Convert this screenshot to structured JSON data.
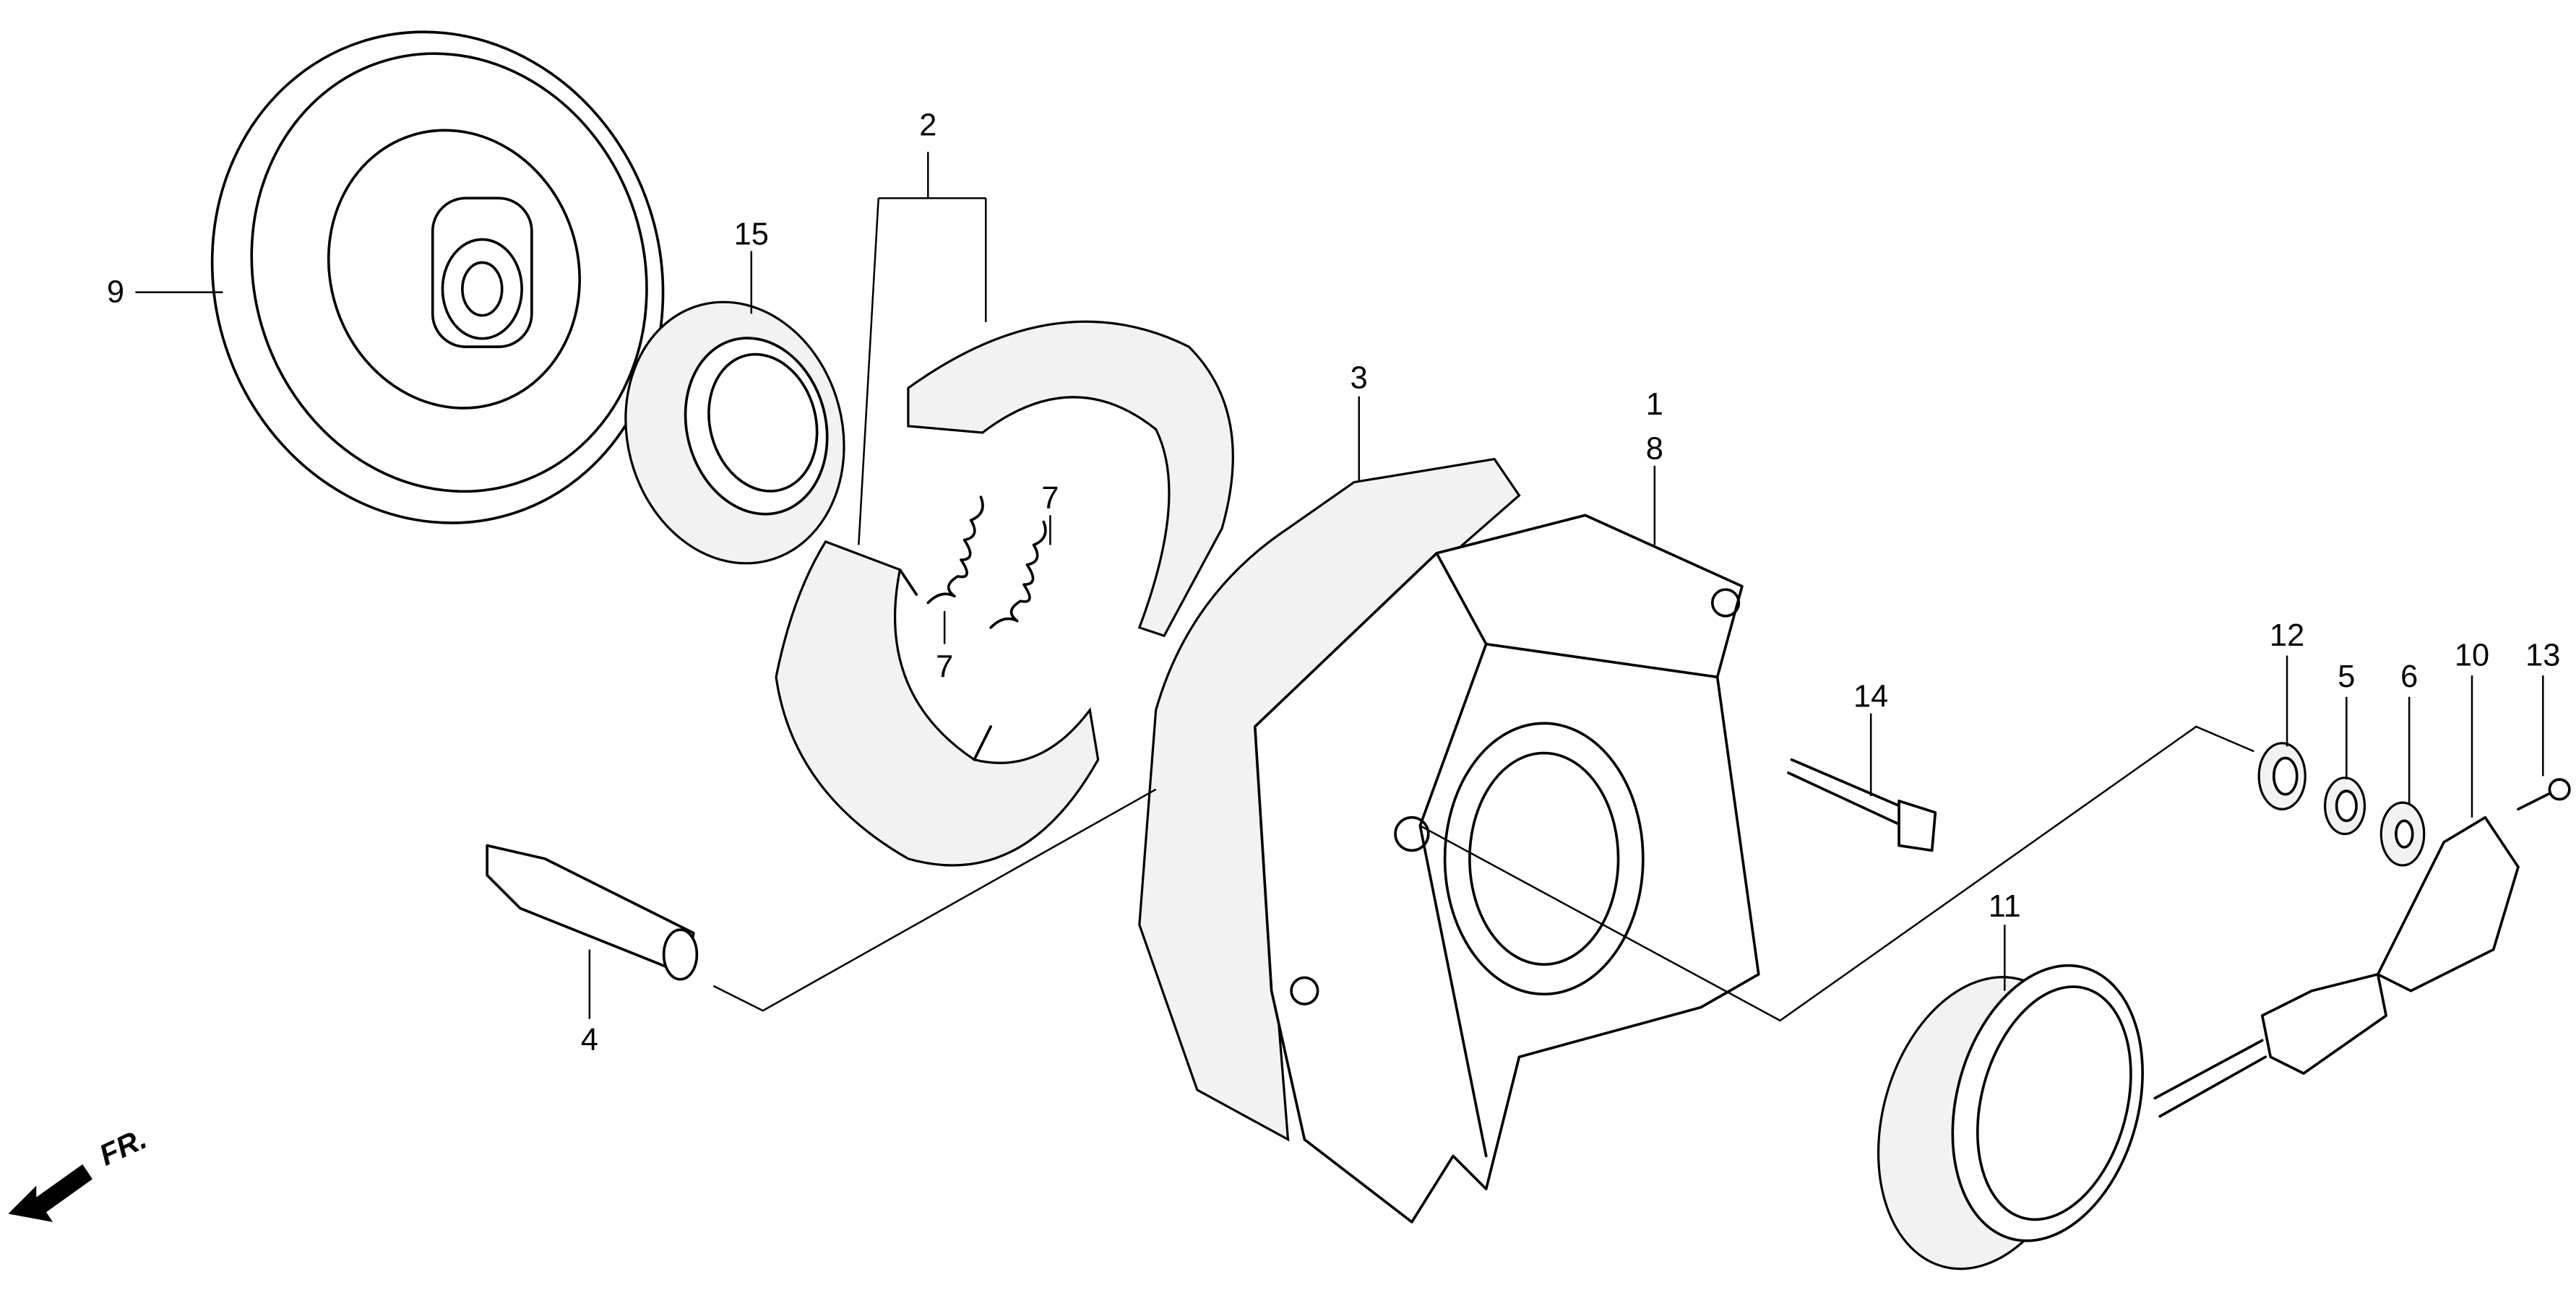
{
  "diagram": {
    "callouts": {
      "c1": "1",
      "c2": "2",
      "c3": "3",
      "c4": "4",
      "c5": "5",
      "c6": "6",
      "c7a": "7",
      "c7b": "7",
      "c8": "8",
      "c9": "9",
      "c10": "10",
      "c11": "11",
      "c12": "12",
      "c13": "13",
      "c14": "14",
      "c15": "15"
    },
    "direction_label": "FR."
  }
}
